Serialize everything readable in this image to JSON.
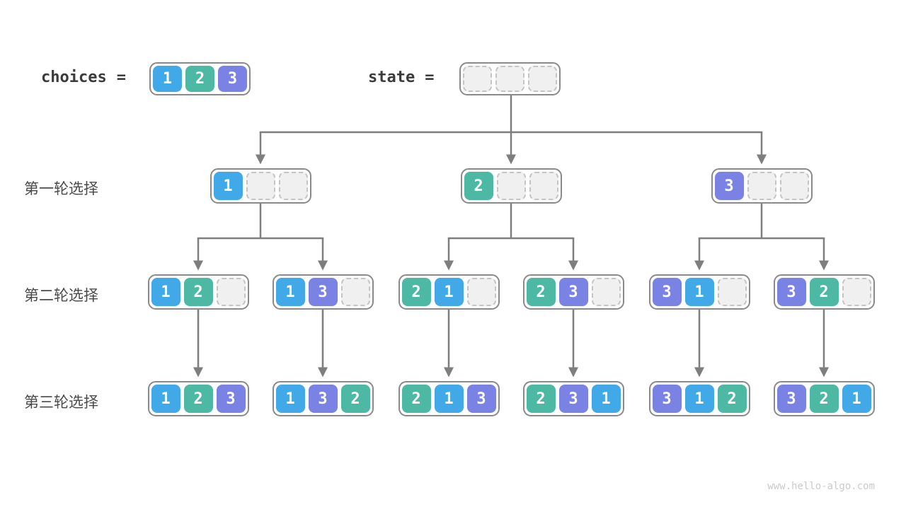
{
  "colors": {
    "1": "#41A9E8",
    "2": "#4DB8A3",
    "3": "#7A83E3"
  },
  "header": {
    "choices": {
      "label": "choices",
      "equals": "=",
      "cells": [
        1,
        2,
        3
      ]
    },
    "state": {
      "label": "state",
      "equals": "=",
      "cells": [
        null,
        null,
        null
      ]
    }
  },
  "rows": [
    {
      "label": "第一轮选择",
      "nodes": [
        [
          1,
          null,
          null
        ],
        [
          2,
          null,
          null
        ],
        [
          3,
          null,
          null
        ]
      ]
    },
    {
      "label": "第二轮选择",
      "nodes": [
        [
          1,
          2,
          null
        ],
        [
          1,
          3,
          null
        ],
        [
          2,
          1,
          null
        ],
        [
          2,
          3,
          null
        ],
        [
          3,
          1,
          null
        ],
        [
          3,
          2,
          null
        ]
      ]
    },
    {
      "label": "第三轮选择",
      "nodes": [
        [
          1,
          2,
          3
        ],
        [
          1,
          3,
          2
        ],
        [
          2,
          1,
          3
        ],
        [
          2,
          3,
          1
        ],
        [
          3,
          1,
          2
        ],
        [
          3,
          2,
          1
        ]
      ]
    }
  ],
  "watermark": "www.hello-algo.com"
}
